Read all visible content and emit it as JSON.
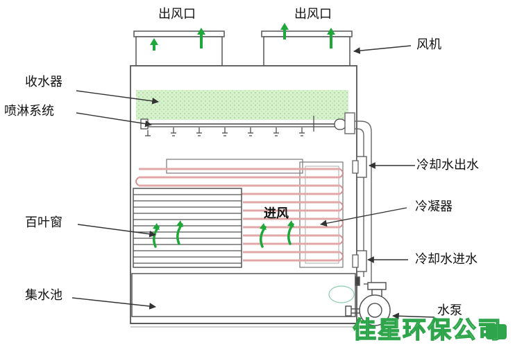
{
  "labels": {
    "outlet_left": "出风口",
    "outlet_right": "出风口",
    "fan": "风机",
    "collector": "收水器",
    "spray": "喷淋系统",
    "cooling_out": "冷却水出水",
    "louver": "百叶窗",
    "air_in": "进风",
    "condenser": "冷凝器",
    "cooling_in": "冷却水进水",
    "basin": "集水池",
    "pump": "水泵"
  },
  "watermark": "佳星环保公司",
  "colors": {
    "flow_arrow": "#1fa83a",
    "collector_fill": "#b7e3a6",
    "coil": "#e3a7a9",
    "line": "#4a4a4a",
    "watermark": "#2ea54a"
  }
}
